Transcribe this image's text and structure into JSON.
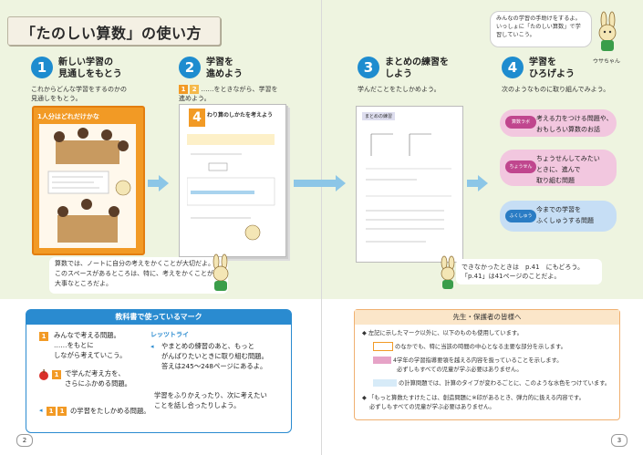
{
  "title": "「たのしい算数」の使い方",
  "top_speech": "みんなの学習の手助けをするよ。いっしょに「たのしい算数」で学習していこう。",
  "character_name": "ウサちゃん",
  "steps": [
    {
      "num": "1",
      "title_line1": "新しい学習の",
      "title_line2": "見通しをもとう",
      "desc_line1": "これからどんな学習をするのかの",
      "desc_line2": "見通しをもとう。"
    },
    {
      "num": "2",
      "title_line1": "学習を",
      "title_line2": "進めよう",
      "desc_line1": "……をときながら、学習を",
      "desc_line2": "進めよう。"
    },
    {
      "num": "3",
      "title_line1": "まとめの練習を",
      "title_line2": "しよう",
      "desc_line1": "学んだことをたしかめよう。",
      "desc_line2": ""
    },
    {
      "num": "4",
      "title_line1": "学習を",
      "title_line2": "ひろげよう",
      "desc_line1": "次のようなものに取り組んでみよう。",
      "desc_line2": ""
    }
  ],
  "book1": {
    "heading": "1人分はどれだけかな"
  },
  "book2": {
    "num": "4",
    "heading": "わり算のしかたを考えよう"
  },
  "book3": {
    "heading": "まとめの練習"
  },
  "pills": [
    {
      "badge": "算数ラボ",
      "line1": "考える力をつける問題や、",
      "line2": "おもしろい算数のお話",
      "color": "#e9a6cf",
      "badge_color": "#c0468e"
    },
    {
      "badge": "ちょうせん",
      "line1": "ちょうせんしてみたい",
      "line2": "ときに、進んで",
      "line3": "取り組む問題",
      "color": "#e9a6cf",
      "badge_color": "#c0468e"
    },
    {
      "badge": "ふくしゅう",
      "line1": "今までの学習を",
      "line2": "ふくしゅうする問題",
      "color": "#a9cdee",
      "badge_color": "#2a7cc4"
    }
  ],
  "note1": [
    "算数では、ノートに自分の考えをかくことが大切だよ。",
    "このスペースがあるところは、特に、考えをかくことが",
    "大事なところだよ。"
  ],
  "note3": [
    "できなかったときは　p.41　にもどろう。",
    "「p.41」は41ページのことだよ。"
  ],
  "marks": {
    "heading": "教科書で使っているマーク",
    "item1": [
      "みんなで考える問題。",
      "……をもとに",
      "しながら考えていこう。"
    ],
    "item2": [
      "で学んだ考え方を、",
      "さらにふかめる問題。"
    ],
    "item3": "の学習をたしかめる問題。",
    "item4_badge": "レッツトライ",
    "item4": [
      "やまとめの練習のあと、もっと",
      "がんばりたいときに取り組む問題。",
      "答えは245〜248ページにあるよ。"
    ],
    "item5": [
      "学習をふりかえったり、次に考えたい",
      "ことを話し合ったりしよう。"
    ]
  },
  "parents": {
    "heading": "先生・保護者の皆様へ",
    "p1": "左記に示したマーク以外に、以下のものも使用しています。",
    "p2": "のなかでも、特に当該の時間の中心となる主要な部分を示します。",
    "p3": "4学年の学習指導要領を越える内容を扱っていることを示します。",
    "p4": "必ずしもすべての児童が学ぶ必要はありません。",
    "p5": "の計算問題では、計算のタイプが変わるごとに、このような水色をつけています。",
    "p6": "「もっと算数たすけたこは、創造問題に※印があるとき、弾力的に扱える内容です。",
    "p7": "必ずしもすべての児童が学ぶ必要はありません。"
  },
  "page_left": "2",
  "page_right": "3"
}
